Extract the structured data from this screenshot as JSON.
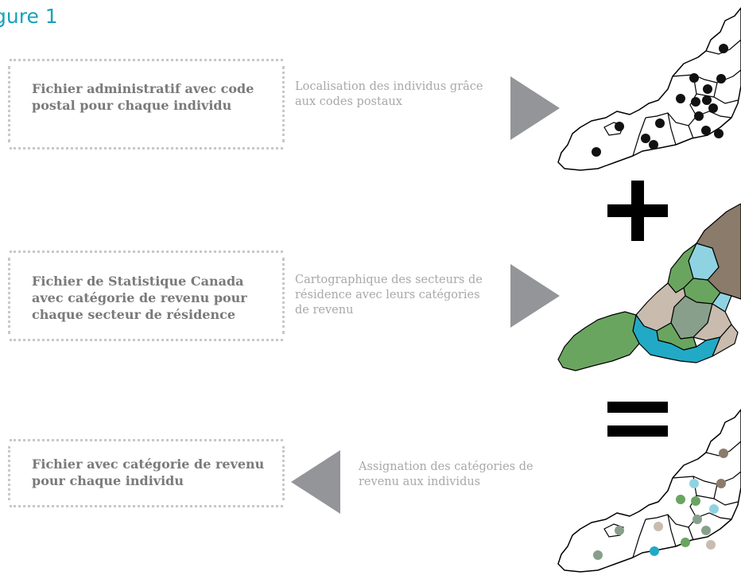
{
  "figure": {
    "title": "gure 1"
  },
  "rows": [
    {
      "box_label": "Fichier administratif avec code postal pour chaque individu",
      "description": "Localisation des individus grâce aux codes postaux",
      "arrow_direction": "right",
      "map_style": "black-dots"
    },
    {
      "box_label": "Fichier de Statistique Canada avec catégorie de revenu pour chaque secteur de résidence",
      "description": "Cartographique des secteurs de résidence avec leurs catégories de revenu",
      "arrow_direction": "right",
      "map_style": "colored-sectors"
    },
    {
      "box_label": "Fichier avec catégorie de revenu pour chaque individu",
      "description": "Assignation des catégories de revenu aux individus",
      "arrow_direction": "left",
      "map_style": "colored-dots"
    }
  ],
  "operators": {
    "plus": "+",
    "equals": "="
  },
  "colors": {
    "title": "#17a2b8",
    "arrow": "#939598",
    "box_border": "#c8c8c8",
    "box_text": "#7a7a7a",
    "description_text": "#a8a8a8",
    "category_brown": "#8b7b6b",
    "category_green": "#6aa560",
    "category_light_blue": "#8fd3e3",
    "category_teal": "#22a9c6",
    "category_beige": "#c9bcae",
    "category_gray_green": "#879f8b"
  }
}
